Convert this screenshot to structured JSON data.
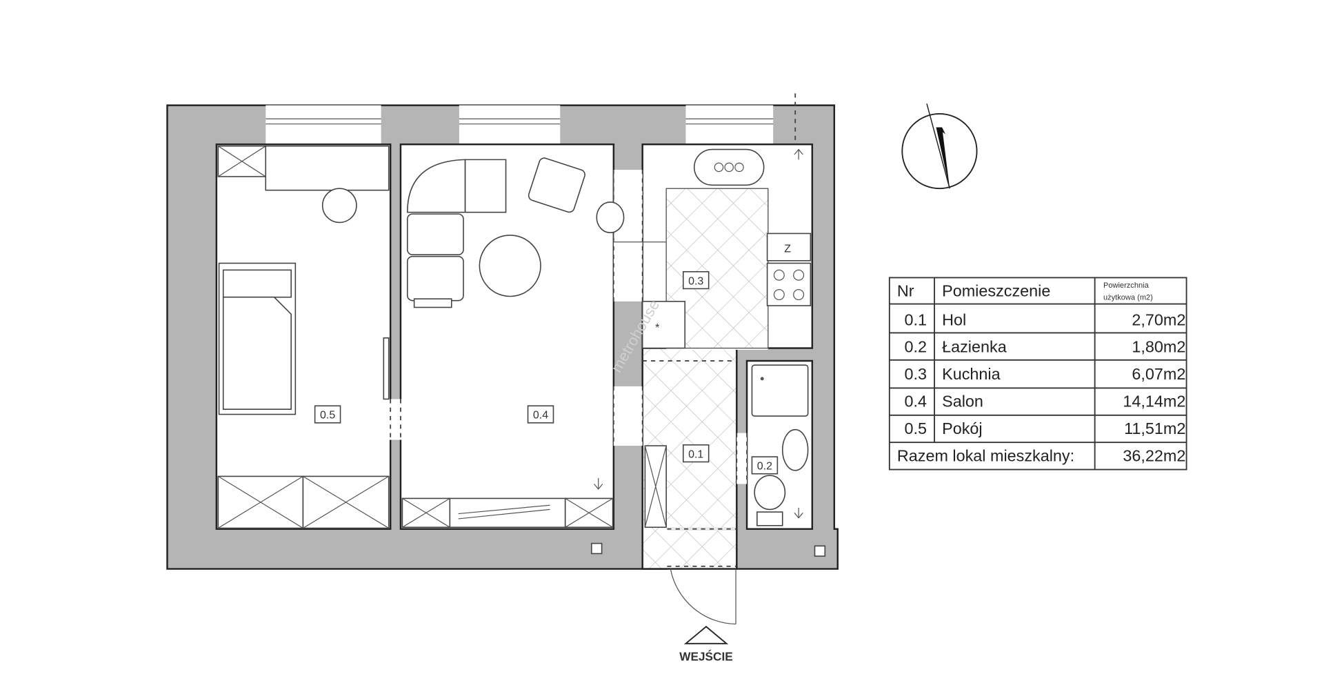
{
  "plan": {
    "rooms": [
      {
        "nr": "0.1"
      },
      {
        "nr": "0.2"
      },
      {
        "nr": "0.3"
      },
      {
        "nr": "0.4"
      },
      {
        "nr": "0.5"
      }
    ],
    "fridge_mark": "Z",
    "entrance_label": "WEJŚCIE",
    "watermark": "metrohouse"
  },
  "table": {
    "headers": {
      "nr": "Nr",
      "room": "Pomieszczenie",
      "area_line1": "Powierzchnia",
      "area_line2": "użytkowa (m2)"
    },
    "rows": [
      {
        "nr": "0.1",
        "room": "Hol",
        "area": "2,70m2"
      },
      {
        "nr": "0.2",
        "room": "Łazienka",
        "area": "1,80m2"
      },
      {
        "nr": "0.3",
        "room": "Kuchnia",
        "area": "6,07m2"
      },
      {
        "nr": "0.4",
        "room": "Salon",
        "area": "14,14m2"
      },
      {
        "nr": "0.5",
        "room": "Pokój",
        "area": "11,51m2"
      }
    ],
    "total_label": "Razem lokal mieszkalny:",
    "total_area": "36,22m2"
  }
}
